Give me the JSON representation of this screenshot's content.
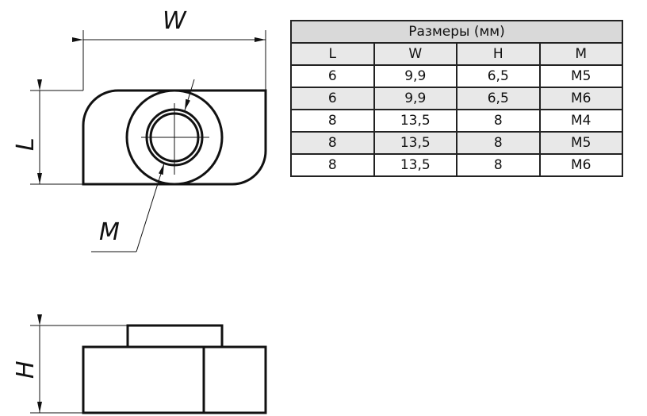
{
  "drawing": {
    "labels": {
      "width": "W",
      "length": "L",
      "height": "H",
      "thread": "M"
    }
  },
  "table": {
    "title": "Размеры (мм)",
    "columns": [
      "L",
      "W",
      "H",
      "M"
    ],
    "rows": [
      [
        "6",
        "9,9",
        "6,5",
        "M5"
      ],
      [
        "6",
        "9,9",
        "6,5",
        "M6"
      ],
      [
        "8",
        "13,5",
        "8",
        "M4"
      ],
      [
        "8",
        "13,5",
        "8",
        "M5"
      ],
      [
        "8",
        "13,5",
        "8",
        "M6"
      ]
    ]
  }
}
